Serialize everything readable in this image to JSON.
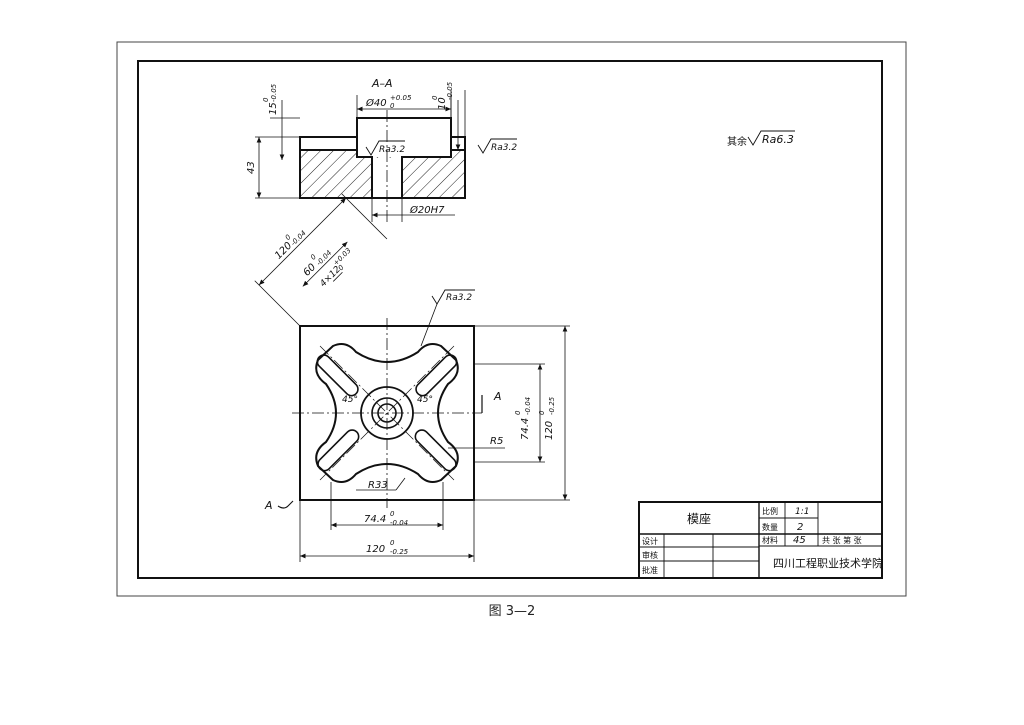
{
  "section": {
    "title": "A–A",
    "bore_top": "Ø40",
    "bore_top_tol_upper": "+0.05",
    "bore_top_tol_lower": "0",
    "height_top": "15",
    "height_top_tol_upper": "0",
    "height_top_tol_lower": "-0.05",
    "step_right": "10",
    "step_right_tol_upper": "0",
    "step_right_tol_lower": "-0.05",
    "height_total": "43",
    "bore_bottom": "Ø20H7",
    "roughness_1": "Ra3.2",
    "roughness_2": "Ra3.2"
  },
  "general_roughness": {
    "prefix": "其余",
    "value": "Ra6.3"
  },
  "plan": {
    "diag_120": "120",
    "diag_120_tol_upper": "0",
    "diag_120_tol_lower": "-0.04",
    "diag_60": "60",
    "diag_60_tol_upper": "0",
    "diag_60_tol_lower": "-0.04",
    "slots": "4×12",
    "slots_tol_upper": "+0.03",
    "slots_tol_lower": "0",
    "roughness": "Ra3.2",
    "angle_left": "45°",
    "angle_right": "45°",
    "section_mark": "A",
    "section_mark_bottom": "A",
    "radius_small": "R5",
    "radius_large": "R33",
    "right_74": "74.4",
    "right_74_tol_upper": "0",
    "right_74_tol_lower": "-0.04",
    "right_120": "120",
    "right_120_tol_upper": "0",
    "right_120_tol_lower": "-0.25",
    "bottom_74": "74.4",
    "bottom_74_tol_upper": "0",
    "bottom_74_tol_lower": "-0.04",
    "bottom_120": "120",
    "bottom_120_tol_upper": "0",
    "bottom_120_tol_lower": "-0.25"
  },
  "title_block": {
    "part_name": "模座",
    "scale_label": "比例",
    "scale_value": "1:1",
    "qty_label": "数量",
    "qty_value": "2",
    "material_label": "材料",
    "material_value": "45",
    "drawing_no": "共 张 第 张",
    "design_label": "设计",
    "check_label": "审核",
    "approve_label": "批准",
    "school": "四川工程职业技术学院"
  },
  "caption": "图 3—2"
}
